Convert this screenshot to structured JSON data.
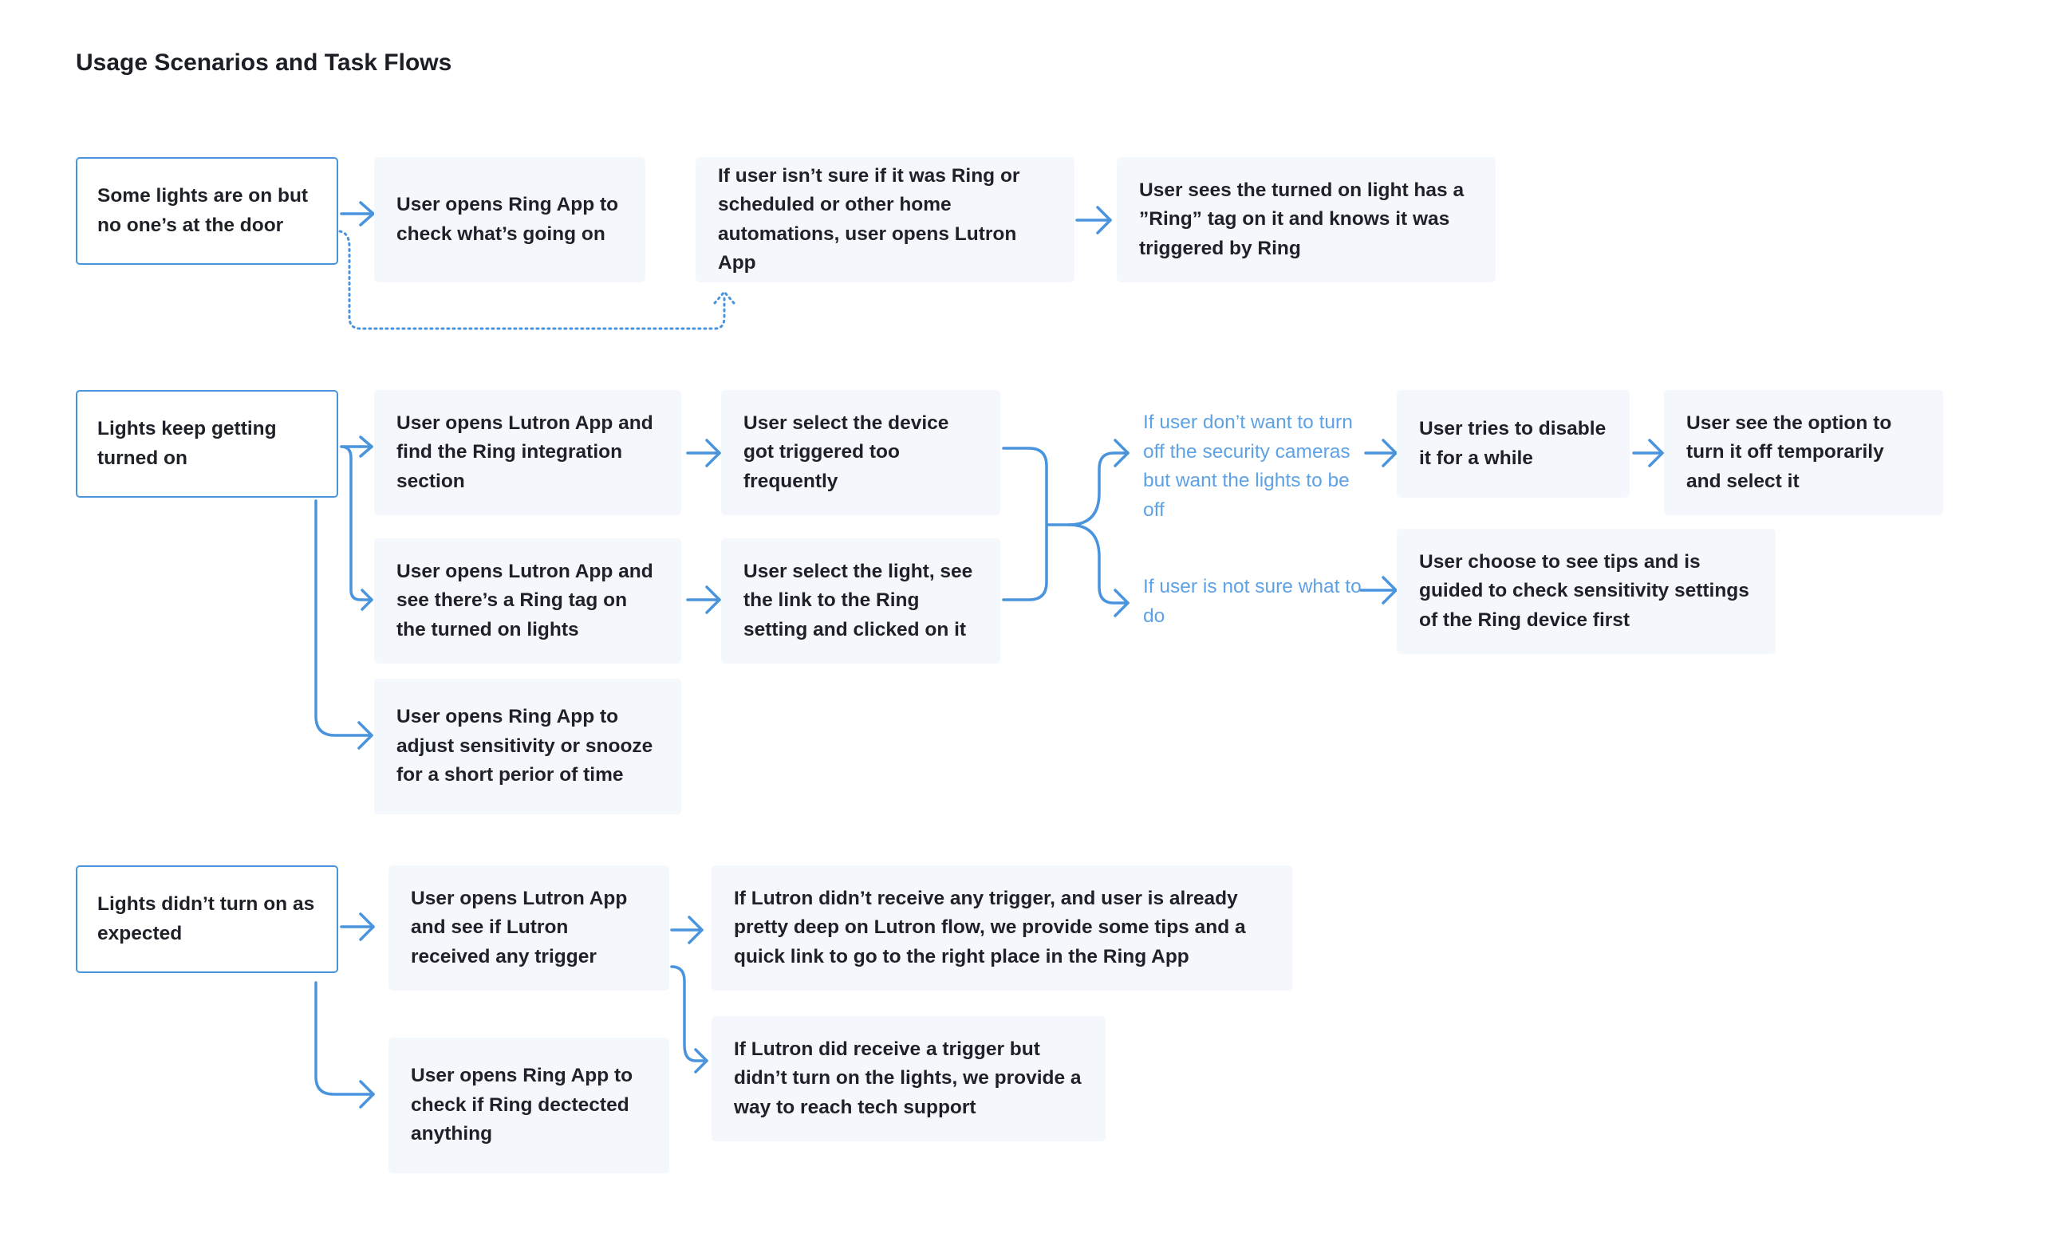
{
  "title": "Usage Scenarios and Task Flows",
  "colors": {
    "accent": "#4a93dd",
    "card": "#f4f8fd",
    "condition_text": "#5ea2e6"
  },
  "rows": [
    {
      "scenario": "Some lights are on but no one’s at the door",
      "steps": [
        "User opens Ring App to check what’s going on",
        "If user isn’t sure if it was Ring or scheduled or other home automations, user opens Lutron App",
        "User sees the turned on light has a ”Ring” tag on it and knows it was triggered by Ring"
      ]
    },
    {
      "scenario": "Lights keep getting turned on",
      "steps": [
        "User opens Lutron App and find the Ring integration section",
        "User opens Lutron App and see there’s a Ring tag on the turned on lights",
        "User opens Ring App to adjust sensitivity or snooze for a short perior of time",
        "User select the device got triggered too frequently",
        "User select the light, see the link to the Ring setting and clicked on it",
        "User tries to disable it for a while",
        "User see the option to turn it off temporarily and select it",
        "User choose to see tips and is guided to check sensitivity settings of the Ring device first"
      ],
      "conditions": [
        "If user don’t want to turn off the security cameras but want the lights to be off",
        "If user is not sure what to do"
      ]
    },
    {
      "scenario": "Lights didn’t turn on as expected",
      "steps": [
        "User opens Lutron App and see if Lutron received any trigger",
        "User opens Ring App to check if Ring dectected anything",
        "If Lutron didn’t receive any trigger, and user is already pretty deep on Lutron flow, we provide some tips and a quick link to go to the right place in the Ring App",
        "If Lutron did receive a trigger but didn’t turn on the lights, we provide a way to reach tech support"
      ]
    }
  ]
}
